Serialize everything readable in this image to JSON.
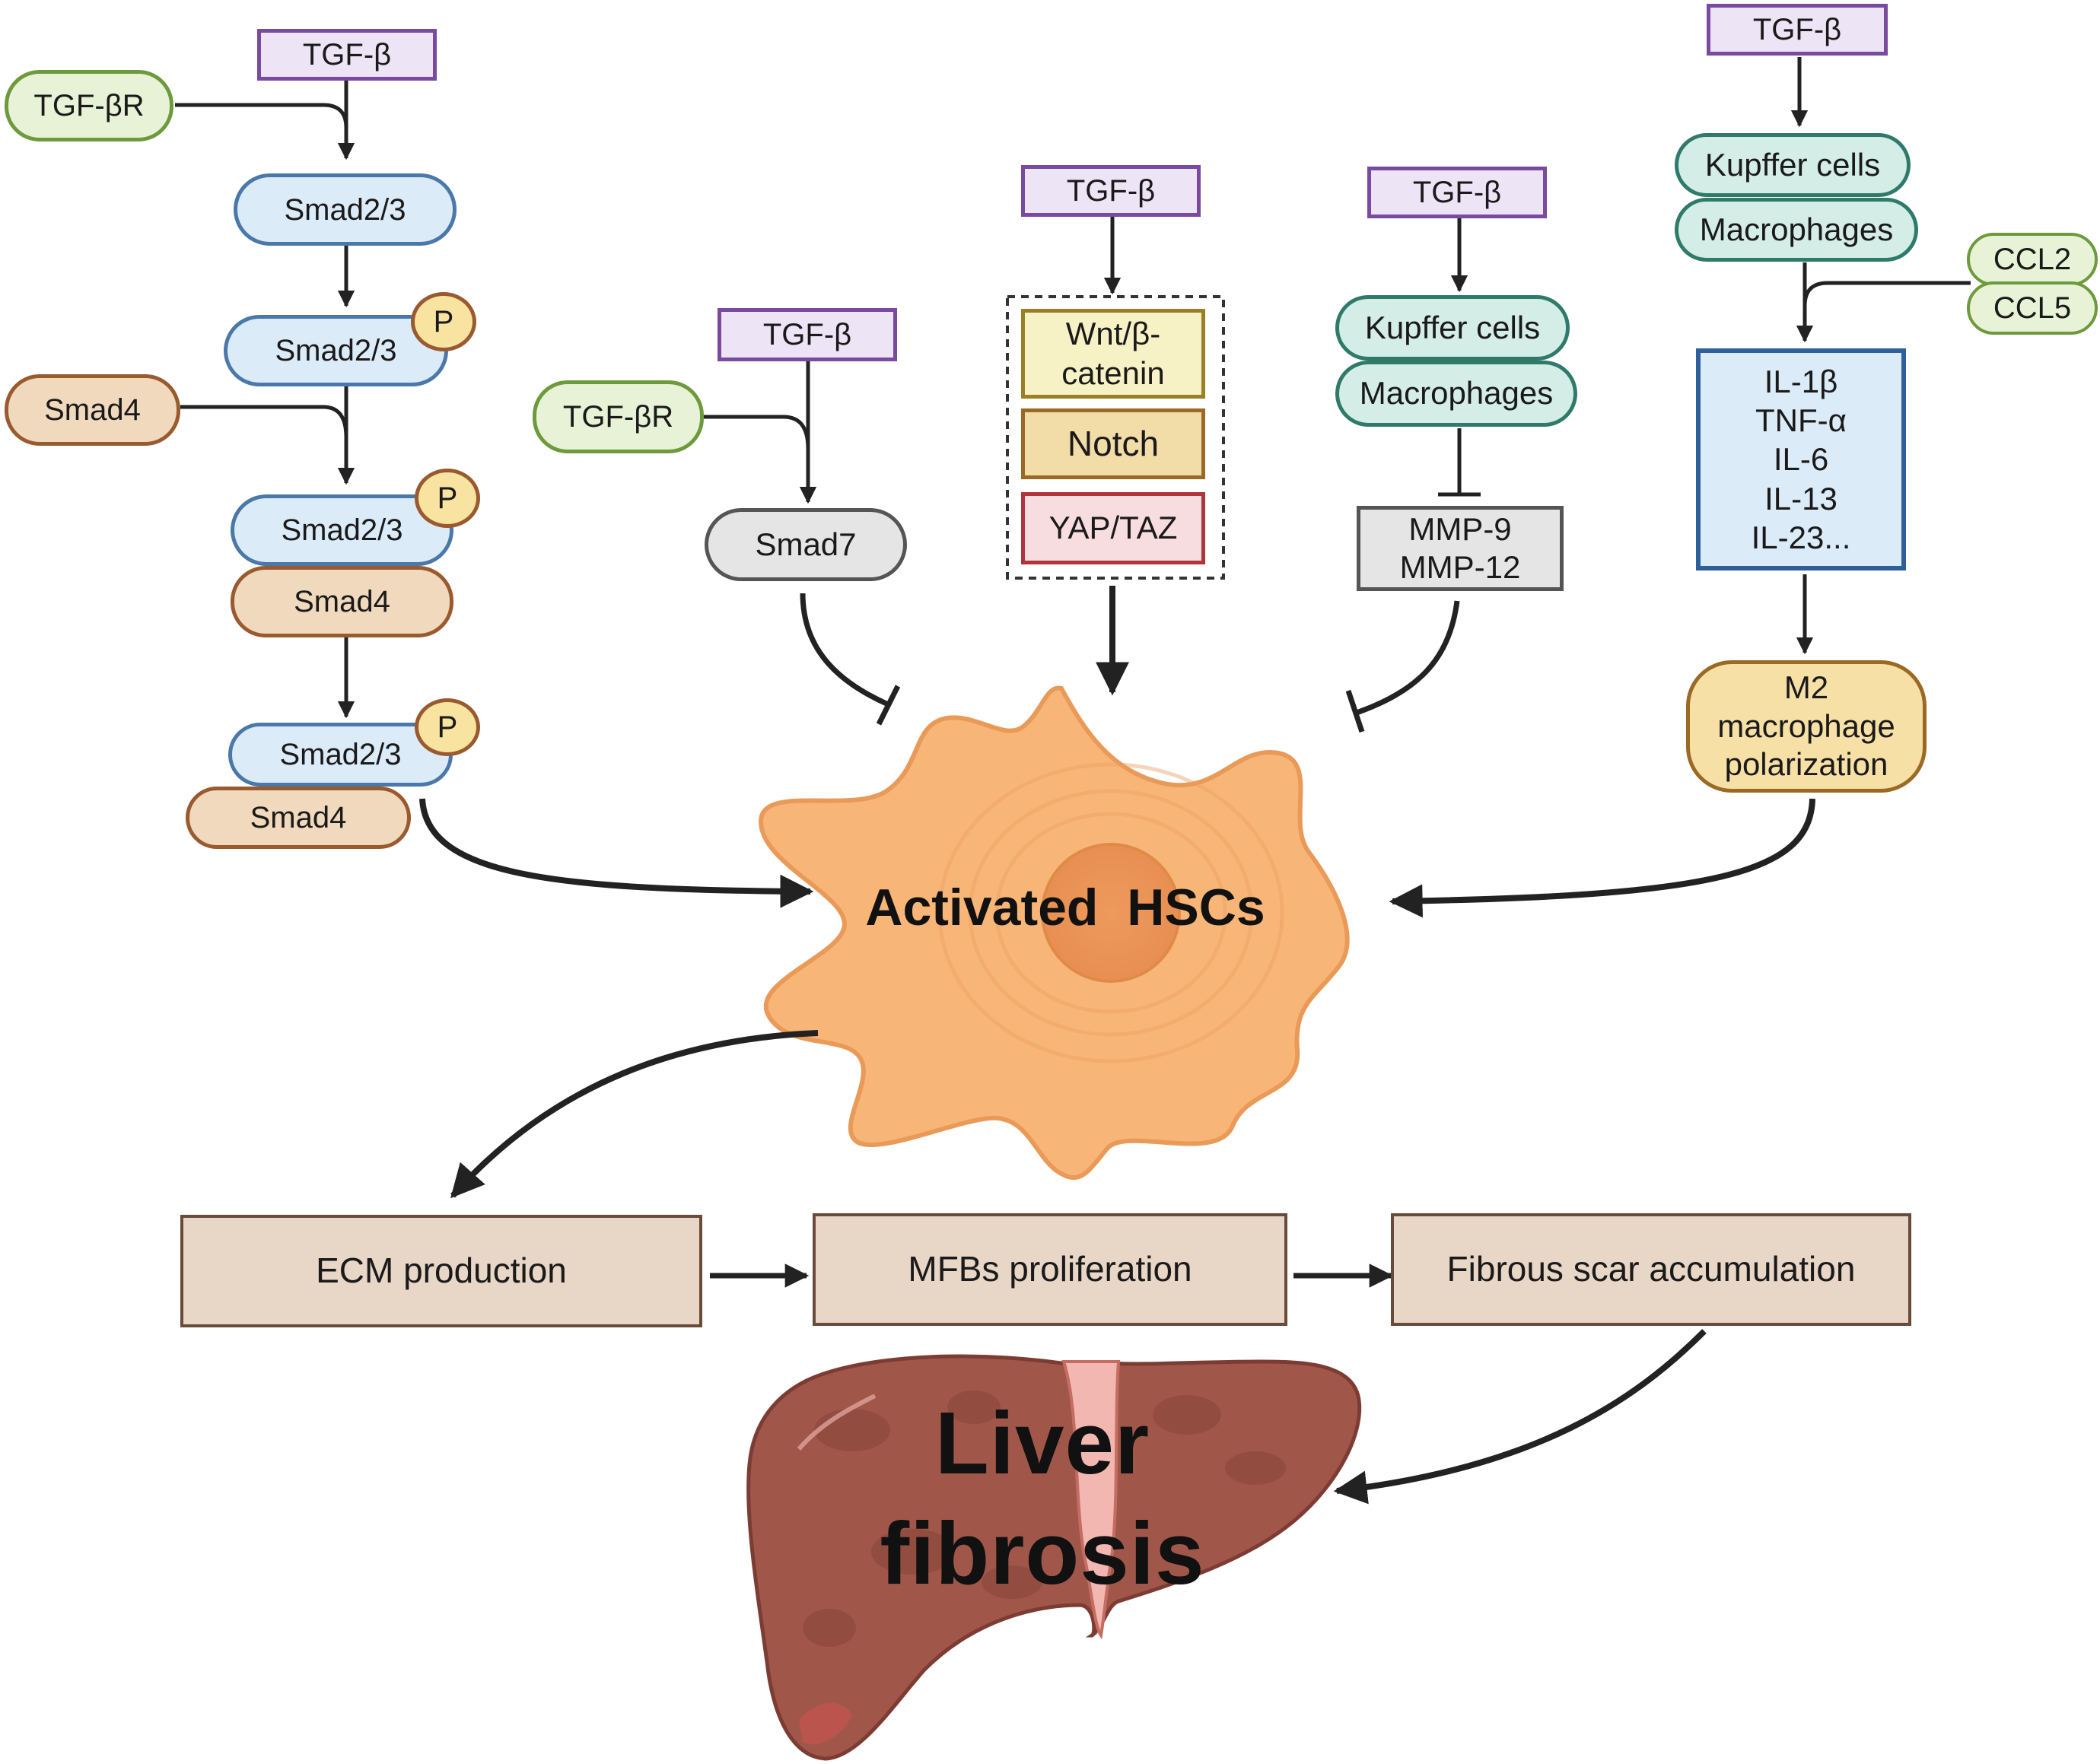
{
  "smad_pathway": {
    "ligand": "TGF-β",
    "receptor": "TGF-βR",
    "smad23": "Smad2/3",
    "smad4": "Smad4",
    "phospho": "P"
  },
  "smad7_pathway": {
    "ligand": "TGF-β",
    "receptor": "TGF-βR",
    "inhibitor": "Smad7"
  },
  "crosstalk_pathway": {
    "ligand": "TGF-β",
    "wnt_line1": "Wnt/β-",
    "wnt_line2": "catenin",
    "notch": "Notch",
    "yap": "YAP/TAZ"
  },
  "mmp_pathway": {
    "ligand": "TGF-β",
    "kupffer": "Kupffer cells",
    "macrophages": "Macrophages",
    "mmp9": "MMP-9",
    "mmp12": "MMP-12"
  },
  "cytokine_pathway": {
    "ligand": "TGF-β",
    "kupffer": "Kupffer cells",
    "macrophages": "Macrophages",
    "ccl2": "CCL2",
    "ccl5": "CCL5",
    "cytokines": [
      "IL-1β",
      "TNF-α",
      "IL-6",
      "IL-13",
      "IL-23..."
    ],
    "m2_line1": "M2",
    "m2_line2": "macrophage",
    "m2_line3": "polarization"
  },
  "center": {
    "hsc_label": "Activated  HSCs"
  },
  "outcomes": {
    "ecm": "ECM production",
    "mfb": "MFBs proliferation",
    "scar": "Fibrous scar accumulation"
  },
  "result": {
    "liver_label": "Liver fibrosis"
  },
  "colors": {
    "ligand_border": "#7a4a9e",
    "smad_fill": "#dcebf8",
    "hsc_fill": "#f7b677",
    "liver_fill": "#a0574a",
    "arrow": "#222222"
  }
}
